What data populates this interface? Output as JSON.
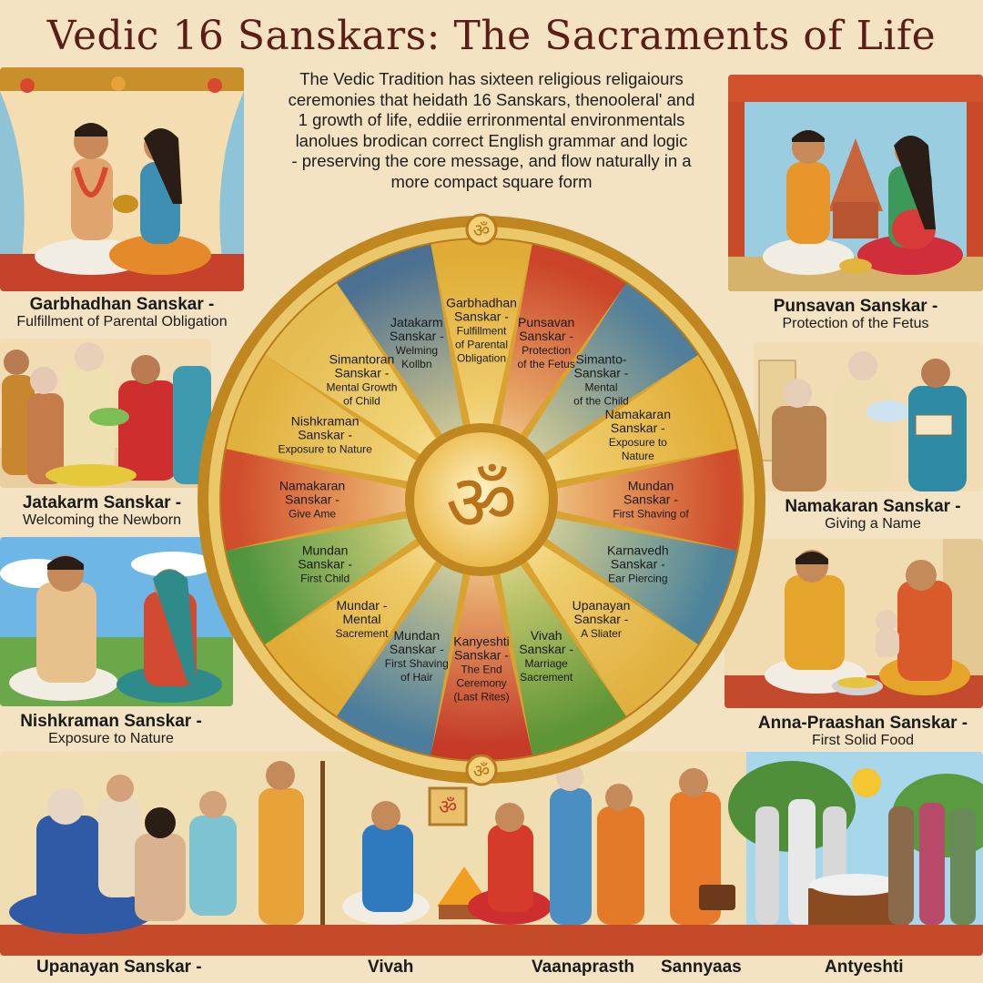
{
  "title": "Vedic 16 Sanskars: The Sacraments of Life",
  "intro": [
    "The Vedic Tradition has sixteen religious religaiours",
    "ceremonies that heidath 16 Sanskars, thenooleral' and",
    "1 growth of life, eddiie errironmental environmentals",
    "lanolues brodican correct English grammar and logic",
    "- preserving the core message, and flow naturally in a",
    "more compact square form"
  ],
  "center_symbol": "ॐ",
  "wheel_symbol": "ॐ",
  "wheel_segments": [
    {
      "lines": [
        "Garbhadhan",
        "Sanskar -",
        "Fulfillment",
        "of Parental",
        "Obligation"
      ],
      "color": "#e7b53a"
    },
    {
      "lines": [
        "Punsavan",
        "Sanskar -",
        "Protection",
        "of the Fetus"
      ],
      "color": "#cf3b2c"
    },
    {
      "lines": [
        "Simanto-",
        "Sanskar -",
        "Mental",
        "of the Child"
      ],
      "color": "#3f7fb0"
    },
    {
      "lines": [
        "Namakaran",
        "Sanskar -",
        "Exposure to",
        "Nature"
      ],
      "color": "#e9b63c"
    },
    {
      "lines": [
        "Mundan",
        "Sanskar -",
        "First Shaving of"
      ],
      "color": "#d4452e"
    },
    {
      "lines": [
        "Karnavedh",
        "Sanskar -",
        "Ear Piercing"
      ],
      "color": "#3b86b2"
    },
    {
      "lines": [
        "Upanayan",
        "Sanskar -",
        "A Sliater"
      ],
      "color": "#e9bb45"
    },
    {
      "lines": [
        "Vivah",
        "Sanskar -",
        "Marriage",
        "Sacrement"
      ],
      "color": "#4f9a3a"
    },
    {
      "lines": [
        "Kanyeshti",
        "Sanskar -",
        "The End",
        "Ceremony",
        "(Last Rites)"
      ],
      "color": "#c8302a"
    },
    {
      "lines": [
        "Mundan",
        "Sanskar -",
        "First Shaving",
        "of Hair"
      ],
      "color": "#3a7eb3"
    },
    {
      "lines": [
        "Mundar -",
        "Mental",
        "Sacrement"
      ],
      "color": "#e7b53a"
    },
    {
      "lines": [
        "Mundan",
        "Sanskar -",
        "First Child"
      ],
      "color": "#3f9a45"
    },
    {
      "lines": [
        "Namakaran",
        "Sanskar -",
        "Give Ame"
      ],
      "color": "#d6452e"
    },
    {
      "lines": [
        "Nishkraman",
        "Sanskar -",
        "Exposure to Nature"
      ],
      "color": "#e9bb45"
    },
    {
      "lines": [
        "Simantoran",
        "Sanskar -",
        "Mental Growth",
        "of Child"
      ],
      "color": "#ecc85a"
    },
    {
      "lines": [
        "Jatakarm",
        "Sanskar -",
        "Welming",
        "Kollbn"
      ],
      "color": "#3a6fa6"
    }
  ],
  "captions": {
    "garbhadhan": {
      "name": "Garbhadhan Sanskar -",
      "desc": "Fulfillment of Parental Obligation"
    },
    "punsavan": {
      "name": "Punsavan Sanskar -",
      "desc": "Protection of the Fetus"
    },
    "jatakarm": {
      "name": "Jatakarm Sanskar -",
      "desc": "Welcoming the Newborn"
    },
    "namakaran": {
      "name": "Namakaran Sanskar -",
      "desc": "Giving a Name"
    },
    "nishkraman": {
      "name": "Nishkraman Sanskar -",
      "desc": "Exposure to Nature"
    },
    "annaprashan": {
      "name": "Anna-Praashan Sanskar -",
      "desc": "First Solid Food"
    }
  },
  "bottom_labels": {
    "upanayan": "Upanayan Sanskar -",
    "vivah": "Vivah",
    "vaanaprasth": "Vaanaprasth",
    "sannyaas": "Sannyaas",
    "antyeshti": "Antyeshti"
  }
}
